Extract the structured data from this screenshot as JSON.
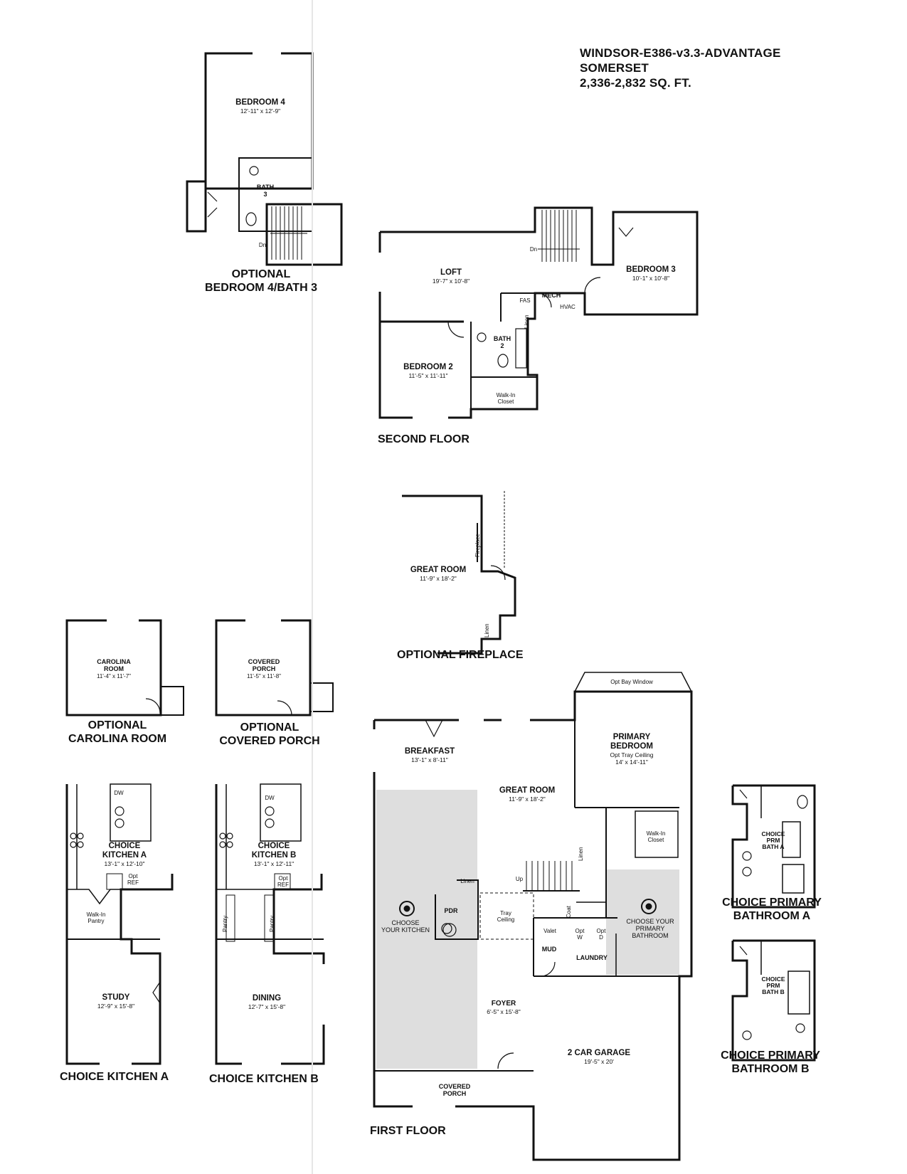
{
  "header": {
    "model": "WINDSOR-E386-v3.3-ADVANTAGE",
    "elevation": "SOMERSET",
    "sqft": "2,336-2,832 SQ. FT."
  },
  "captions": {
    "opt_bed4_line1": "OPTIONAL",
    "opt_bed4_line2": "BEDROOM 4/BATH 3",
    "second_floor": "SECOND FLOOR",
    "opt_fireplace": "OPTIONAL FIREPLACE",
    "opt_carolina_line1": "OPTIONAL",
    "opt_carolina_line2": "CAROLINA ROOM",
    "opt_porch_line1": "OPTIONAL",
    "opt_porch_line2": "COVERED PORCH",
    "choice_kitchen_a": "CHOICE KITCHEN A",
    "choice_kitchen_b": "CHOICE KITCHEN B",
    "first_floor": "FIRST FLOOR",
    "choice_bath_a_line1": "CHOICE PRIMARY",
    "choice_bath_a_line2": "BATHROOM A",
    "choice_bath_b_line1": "CHOICE PRIMARY",
    "choice_bath_b_line2": "BATHROOM B"
  },
  "rooms": {
    "bedroom4": {
      "name": "BEDROOM 4",
      "dim": "12'-11\" x 12'-9\""
    },
    "bath3": {
      "name": "BATH",
      "num": "3"
    },
    "dn_bed4": "Dn",
    "loft": {
      "name": "LOFT",
      "dim": "19'-7\" x 10'-8\""
    },
    "bedroom3": {
      "name": "BEDROOM 3",
      "dim": "10'-1\" x 10'-8\""
    },
    "dn_second": "Dn",
    "fas": "FAS",
    "mech": "MECH",
    "hvac": "HVAC",
    "linen_2f": "Linen",
    "bath2": {
      "name": "BATH",
      "num": "2"
    },
    "bedroom2": {
      "name": "BEDROOM 2",
      "dim": "11'-5\" x 11'-11\""
    },
    "walkin_2f_l1": "Walk-In",
    "walkin_2f_l2": "Closet",
    "fp_great": {
      "name": "GREAT ROOM",
      "dim": "11'-9\" x 18'-2\""
    },
    "fireplace": "Fireplace",
    "linen_fp": "Linen",
    "carolina": {
      "l1": "CAROLINA",
      "l2": "ROOM",
      "dim": "11'-4\" x 11'-7\""
    },
    "cporch_opt": {
      "l1": "COVERED",
      "l2": "PORCH",
      "dim": "11'-5\" x 11'-8\""
    },
    "kitA": {
      "l1": "CHOICE",
      "l2": "KITCHEN A",
      "dim": "13'-1\" x 12'-10\""
    },
    "kitB": {
      "l1": "CHOICE",
      "l2": "KITCHEN B",
      "dim": "13'-1\" x 12'-11\""
    },
    "dw_a": "DW",
    "dw_b": "DW",
    "opt_ref_a_l1": "Opt",
    "opt_ref_a_l2": "REF",
    "opt_ref_b_l1": "Opt",
    "opt_ref_b_l2": "REF",
    "walkin_pantry_l1": "Walk-In",
    "walkin_pantry_l2": "Pantry",
    "pantry_l": "Pantry",
    "pantry_r": "Pantry",
    "study": {
      "name": "STUDY",
      "dim": "12'-9\" x 15'-8\""
    },
    "dining": {
      "name": "DINING",
      "dim": "12'-7\" x 15'-8\""
    },
    "bay_window": "Opt Bay Window",
    "primary": {
      "l1": "PRIMARY",
      "l2": "BEDROOM",
      "opt": "Opt Tray Ceiling",
      "dim": "14' x 14'-11\""
    },
    "breakfast": {
      "name": "BREAKFAST",
      "dim": "13'-1\" x 8'-11\""
    },
    "great": {
      "name": "GREAT ROOM",
      "dim": "11'-9\" x 18'-2\""
    },
    "walkin_1f_l1": "Walk-In",
    "walkin_1f_l2": "Closet",
    "linen_1f": "Linen",
    "up": "Up",
    "linen_pdr": "Linen",
    "pdr": "PDR",
    "tray_l1": "Tray",
    "tray_l2": "Ceiling",
    "coat": "Coat",
    "valet": "Valet",
    "opt_w_l1": "Opt",
    "opt_w_l2": "W",
    "opt_d_l1": "Opt",
    "opt_d_l2": "D",
    "mud": "MUD",
    "laundry": "LAUNDRY",
    "choose_kitchen_l1": "CHOOSE",
    "choose_kitchen_l2": "YOUR KITCHEN",
    "choose_bath_l1": "CHOOSE YOUR",
    "choose_bath_l2": "PRIMARY",
    "choose_bath_l3": "BATHROOM",
    "foyer": {
      "name": "FOYER",
      "dim": "6'-5\" x 15'-8\""
    },
    "garage": {
      "name": "2 CAR GARAGE",
      "dim": "19'-5\" x 20'"
    },
    "cporch_1f": {
      "l1": "COVERED",
      "l2": "PORCH"
    },
    "prm_a": {
      "l1": "CHOICE",
      "l2": "PRM",
      "l3": "BATH A"
    },
    "prm_b": {
      "l1": "CHOICE",
      "l2": "PRM",
      "l3": "BATH B"
    }
  }
}
